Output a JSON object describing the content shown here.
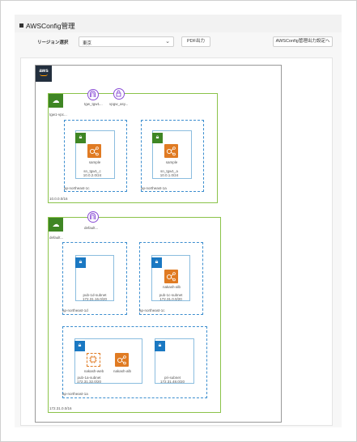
{
  "page": {
    "title": "AWSConfig管理",
    "region_label": "リージョン選択",
    "region_value": "東京",
    "pdf_button": "PDF出力",
    "settings_button": "AWSConfig管理出力設定へ"
  },
  "diagram": {
    "aws_logo": "aws",
    "vpc1": {
      "name": "tgw1-vpc...",
      "cidr": "10.0.0.0/16",
      "gateways": [
        "tgw_tgw1...",
        "vpgw_asy..."
      ],
      "az1": {
        "label": "ap-northeast-1c",
        "resource": "sample",
        "subnet_name": "sn_tgw1_c",
        "subnet_cidr": "10.0.2.0/24"
      },
      "az2": {
        "label": "ap-northeast-1a",
        "resource": "sample",
        "subnet_name": "sn_tgw1_a",
        "subnet_cidr": "10.0.1.0/24"
      }
    },
    "vpc2": {
      "name": "default...",
      "cidr": "172.31.0.0/16",
      "gateway": "default...",
      "az_1d": {
        "label": "ap-northeast-1d",
        "subnet_name": "pub-1d-subnet",
        "subnet_cidr": "172.31.16.0/20"
      },
      "az_1c": {
        "label": "ap-northeast-1c",
        "resource": "nakash-alb",
        "subnet_name": "pub-1c-subnet",
        "subnet_cidr": "172.31.0.0/20"
      },
      "az_1a": {
        "label": "ap-northeast-1a",
        "web": "nakash-web",
        "alb": "nakash-alb",
        "subnet1_name": "pub-1a-subnet",
        "subnet1_cidr": "172.31.32.0/20",
        "subnet2_name": "pri-subnet",
        "subnet2_cidr": "172.31.48.0/20"
      }
    }
  }
}
